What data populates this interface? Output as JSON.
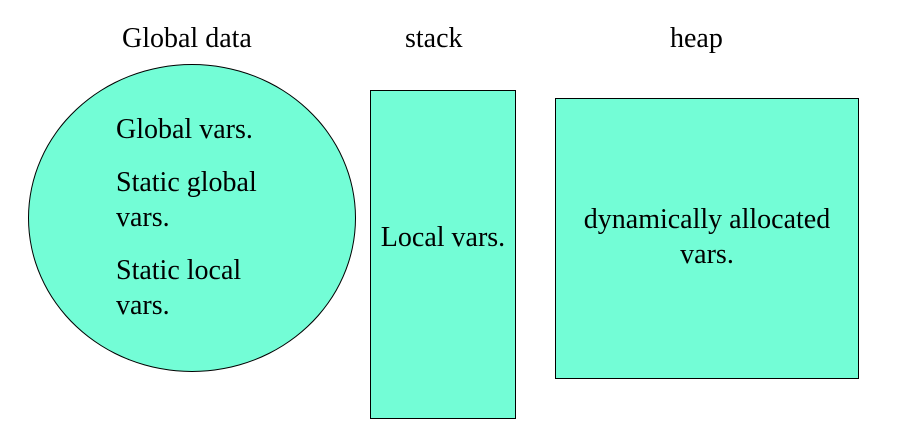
{
  "headers": {
    "global": "Global data",
    "stack": "stack",
    "heap": "heap"
  },
  "global_region": {
    "items": [
      "Global vars.",
      "Static global vars.",
      "Static local vars."
    ]
  },
  "stack_region": {
    "text": "Local vars."
  },
  "heap_region": {
    "text": "dynamically allocated vars."
  },
  "colors": {
    "fill": "#73fdd6",
    "stroke": "#000000",
    "background": "#ffffff"
  }
}
